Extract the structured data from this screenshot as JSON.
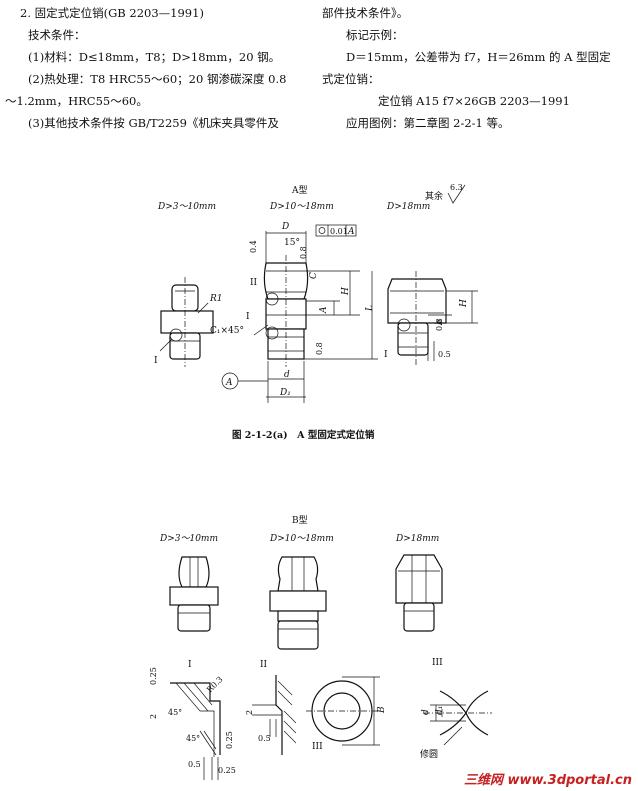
{
  "text": {
    "left": [
      "2. 固定式定位销(GB 2203—1991)",
      "技术条件：",
      "(1)材料：D≤18mm，T8；D>18mm，20 钢。",
      "(2)热处理：T8 HRC55～60；20 钢渗碳深度 0.8",
      "～1.2mm，HRC55～60。",
      "(3)其他技术条件按 GB/T2259《机床夹具零件及"
    ],
    "right": [
      "部件技术条件》。",
      "标记示例：",
      "D＝15mm，公差带为 f7，H＝26mm 的 A 型固定",
      "式定位销：",
      "定位销 A15 f7×26GB 2203—1991",
      "应用图例：第二章图 2-2-1 等。"
    ]
  },
  "figA": {
    "type_label": "A型",
    "range1": "D>3～10mm",
    "range2": "D>10～18mm",
    "range3": "D>18mm",
    "rest": "其余",
    "rest_value": "6.3",
    "labels": {
      "r1": "R1",
      "roman1": "I",
      "roman2": "II",
      "c1": "C₁×45°",
      "d": "d",
      "d1": "D₁",
      "D": "D",
      "deg15": "15°",
      "tol": "0.01",
      "datum": "A",
      "h": "H",
      "L": "L",
      "C": "C",
      "r04": "0.4",
      "r08": "0.8",
      "h1": "h",
      "v05": "0.5"
    },
    "caption": "图 2-1-2(a)　A 型固定式定位销"
  },
  "figB": {
    "type_label": "B型",
    "range1": "D>3～10mm",
    "range2": "D>10～18mm",
    "range3": "D>18mm",
    "detail_labels": {
      "d_i": "I",
      "d_ii": "II",
      "d_iii": "III",
      "v025a": "0.25",
      "r03": "R0.3",
      "deg45a": "45°",
      "deg45b": "45°",
      "v2": "2",
      "v05a": "0.5",
      "v025b": "0.25",
      "v025c": "0.25",
      "v05b": "0.5",
      "B": "B",
      "d": "d",
      "d1": "d₁",
      "xiumo": "修圆"
    }
  },
  "watermark": "三维网 www.3dportal.cn"
}
